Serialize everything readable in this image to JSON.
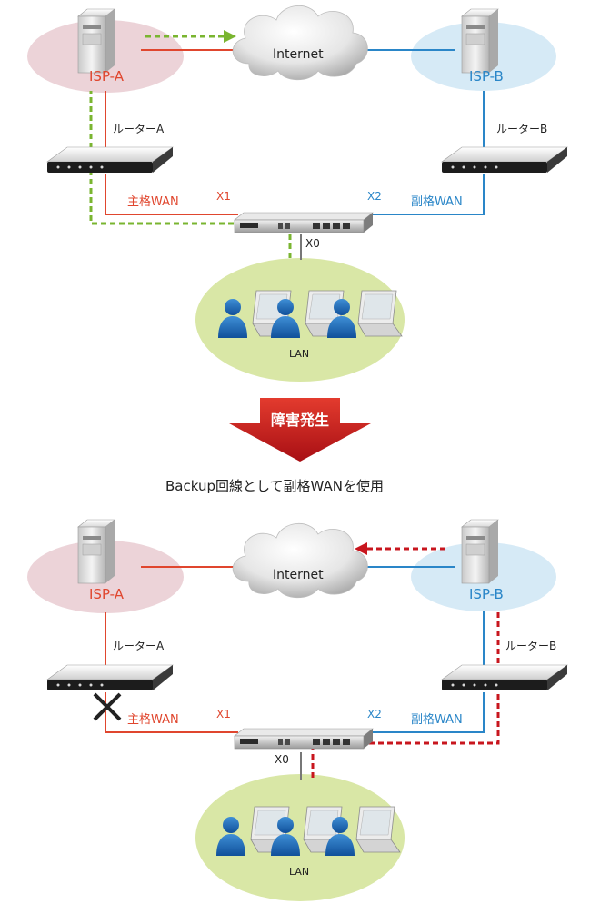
{
  "colors": {
    "primary_link": "#e0462e",
    "backup_link": "#2a86c8",
    "green_flow": "#7ab530",
    "red_flow": "#c8161e",
    "isp_a_zone": "#ecd3d8",
    "isp_b_zone": "#d6eaf6",
    "lan_zone": "#d9e7a6",
    "arrow": "#c8161e"
  },
  "top": {
    "isp_a": "ISP-A",
    "isp_b": "ISP-B",
    "internet": "Internet",
    "router_a": "ルーターA",
    "router_b": "ルーターB",
    "primary_wan": "主格WAN",
    "backup_wan": "副格WAN",
    "x1": "X1",
    "x2": "X2",
    "x0": "X0",
    "lan": "LAN"
  },
  "transition": {
    "failure_label": "障害発生",
    "caption": "Backup回線として副格WANを使用"
  },
  "bottom": {
    "isp_a": "ISP-A",
    "isp_b": "ISP-B",
    "internet": "Internet",
    "router_a": "ルーターA",
    "router_b": "ルーターB",
    "primary_wan": "主格WAN",
    "backup_wan": "副格WAN",
    "x1": "X1",
    "x2": "X2",
    "x0": "X0",
    "lan": "LAN"
  },
  "icons": {
    "server": "server-icon",
    "cloud": "cloud-icon",
    "router": "router-icon",
    "firewall": "firewall-appliance-icon",
    "user": "user-icon",
    "laptop": "laptop-icon",
    "failure_mark": "x-mark-icon",
    "arrow": "down-arrow-icon"
  }
}
